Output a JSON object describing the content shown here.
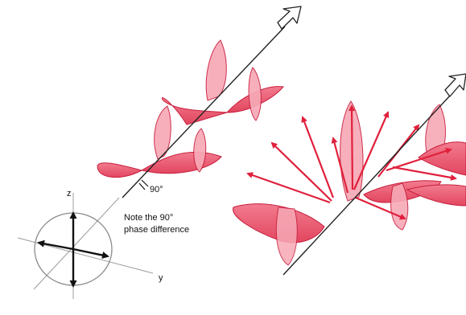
{
  "labels": {
    "phase_angle": "90°",
    "note_line1": "Note the 90°",
    "note_line2": "phase difference",
    "axis_z": "z",
    "axis_y": "y"
  },
  "colors": {
    "wave_fill_light": "#f7a9b6",
    "wave_fill_dark": "#e9556c",
    "wave_stroke": "#c81e3d",
    "vector": "#e0203c",
    "axis_line": "#222222",
    "guide_line": "#9c9c9c"
  }
}
